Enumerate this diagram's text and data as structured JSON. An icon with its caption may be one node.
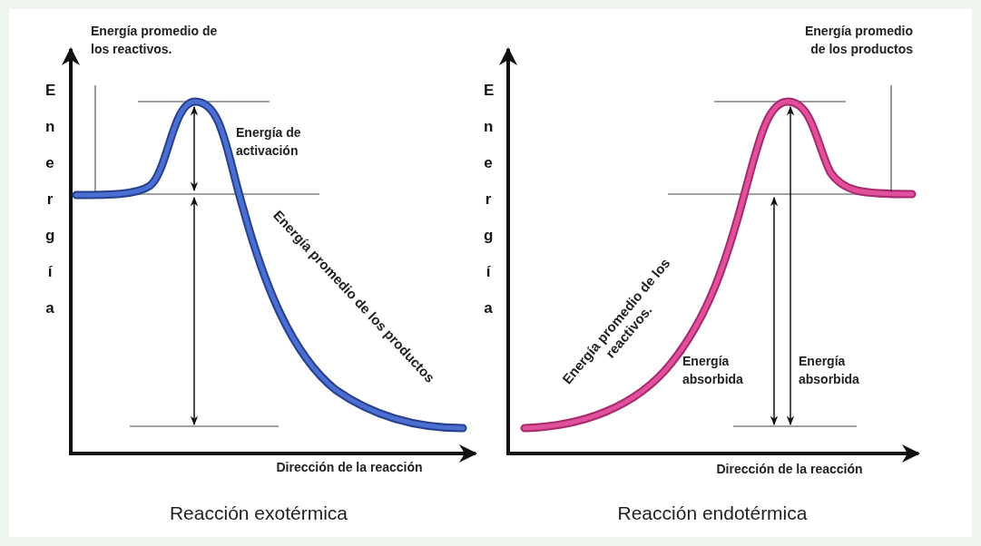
{
  "diagram": {
    "nodes": [
      {
        "text": [
          "Energía promedio de los reactivos."
        ]
      },
      {
        "text": [
          "Energía promedio de los productos"
        ]
      }
    ],
    "edges": [
      {
        "from": 0,
        "to": null,
        "arrow": "none"
      },
      {
        "from": 1,
        "to": null,
        "arrow": "none"
      }
    ],
    "labels": [
      "Energía",
      "Energía de activación",
      "Energía promedio de los productos",
      "Dirección de la reacción",
      "Reacción exotérmica",
      "Energía",
      "Energía promedio de los reactivos.",
      "Energía absorbida",
      "Energía absorbida",
      "Dirección de la reacción",
      "Reacción endotérmica"
    ]
  }
}
